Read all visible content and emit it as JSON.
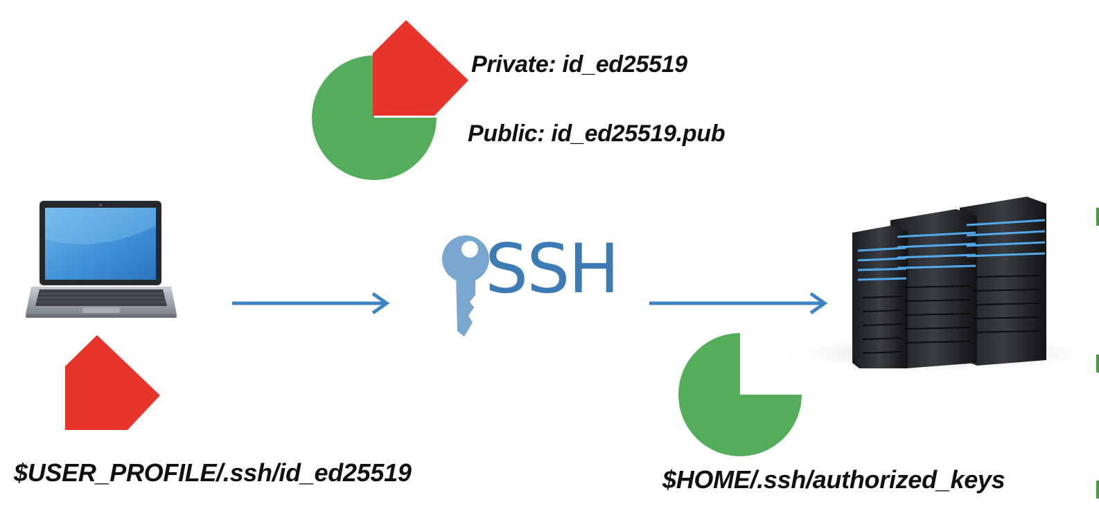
{
  "keypair": {
    "private_label": "Private: id_ed25519",
    "public_label": "Public: id_ed25519.pub"
  },
  "client": {
    "icon": "laptop-icon",
    "private_key_icon": "private-key-shape-icon",
    "path_label": "$USER_PROFILE/.ssh/id_ed25519"
  },
  "protocol": {
    "icon": "key-icon",
    "label": "SSH"
  },
  "server": {
    "icon": "server-rack-icon",
    "public_key_icon": "public-key-shape-icon",
    "path_label": "$HOME/.ssh/authorized_keys"
  },
  "colors": {
    "private_key": "#e8342b",
    "public_key": "#53ad5a",
    "arrow": "#3d84c7",
    "ssh_text": "#3d7bb5",
    "key_icon": "#7aa7cf"
  }
}
